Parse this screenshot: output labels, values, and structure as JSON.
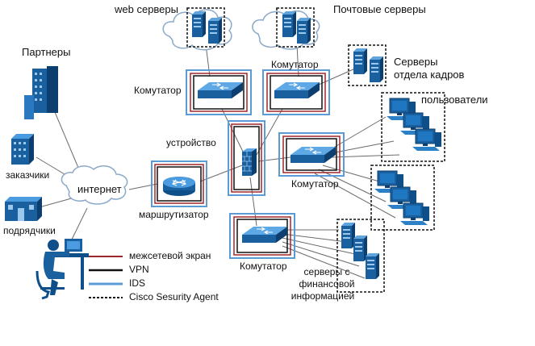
{
  "labels": {
    "web_servers": "web серверы",
    "mail_servers": "Почтовые серверы",
    "partners": "Партнеры",
    "switch_left": "Комутатор",
    "switch_top": "Комутатор",
    "hr_servers_1": "Серверы",
    "hr_servers_2": "отдела кадров",
    "users": "пользователи",
    "device": "устройство",
    "customers": "заказчики",
    "internet": "интернет",
    "switch_right": "Комутатор",
    "router": "маршрутизатор",
    "contractors": "подрядчики",
    "switch_bottom": "Комутатор",
    "fin_servers_1": "серверы с",
    "fin_servers_2": "финансовой",
    "fin_servers_3": "информацией"
  },
  "legend": [
    {
      "label": "межсетевой экран",
      "color": "#a0262a",
      "style": "solid"
    },
    {
      "label": "VPN",
      "color": "#111111",
      "style": "solid"
    },
    {
      "label": "IDS",
      "color": "#5b9bd5",
      "style": "solid"
    },
    {
      "label": "Cisco Sesurity Agent",
      "color": "#111111",
      "style": "dashed"
    }
  ],
  "colors": {
    "device_blue": "#1f6fb4",
    "device_dark": "#0e4f8a",
    "cloud_stroke": "#8aa9c9",
    "link_line": "#666666"
  },
  "icons": [
    "building-icon",
    "switch-icon",
    "router-icon",
    "firewall-icon",
    "server-icon",
    "workstation-icon",
    "user-at-desk-icon",
    "cloud-icon"
  ]
}
